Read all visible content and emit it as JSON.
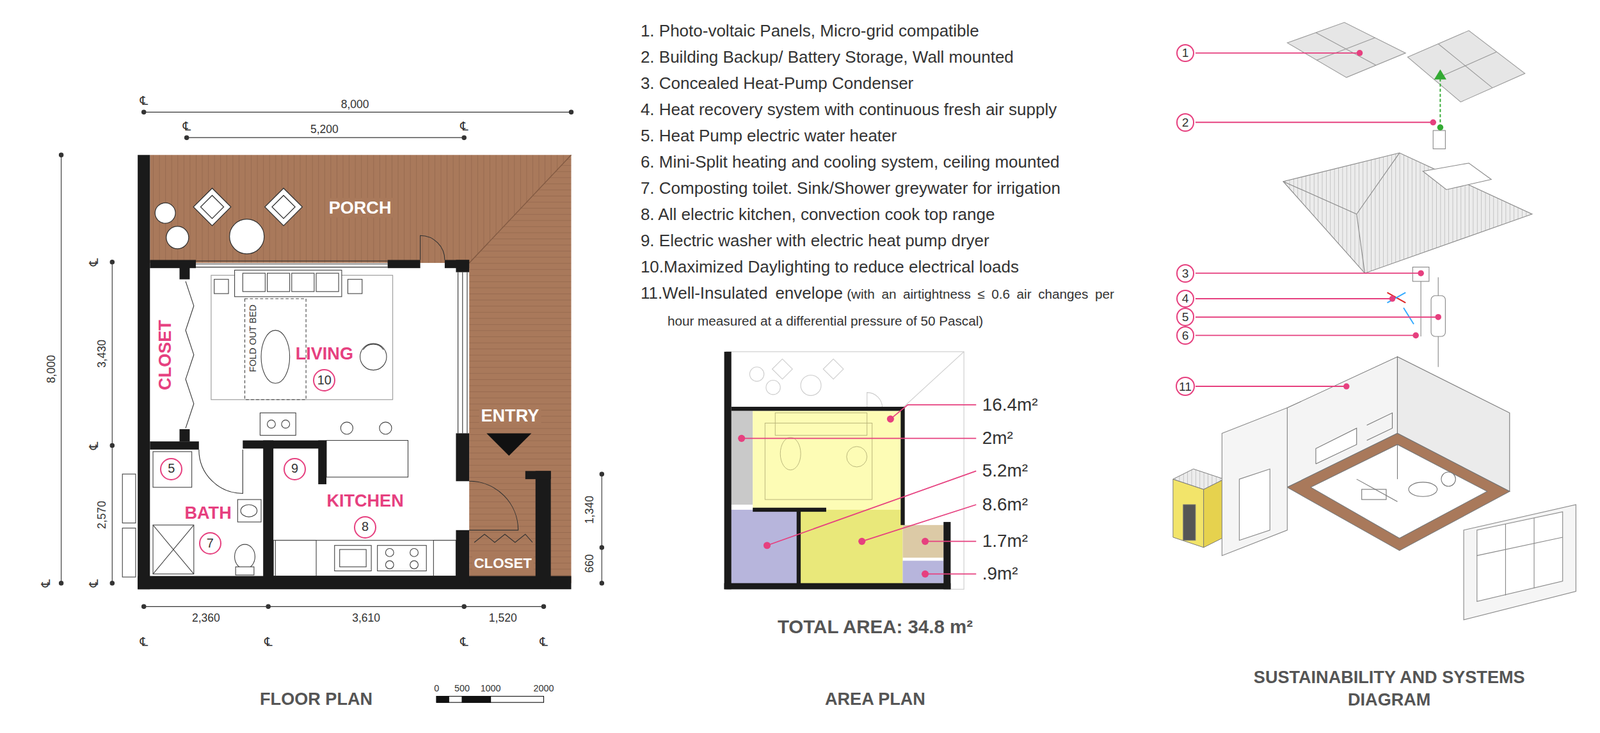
{
  "diagram": {
    "nodes": [
      {
        "text": [
          "10"
        ]
      },
      {
        "text": [
          "5"
        ]
      },
      {
        "text": [
          "9"
        ]
      },
      {
        "text": [
          "8"
        ]
      },
      {
        "text": [
          "7"
        ]
      },
      {
        "text": [
          "1"
        ]
      },
      {
        "text": [
          "2"
        ]
      },
      {
        "text": [
          "3"
        ]
      },
      {
        "text": [
          "4"
        ]
      },
      {
        "text": [
          "5"
        ]
      },
      {
        "text": [
          "6"
        ]
      },
      {
        "text": [
          "11"
        ]
      }
    ],
    "labels": [
      "8,000",
      "5,200",
      "8,000",
      "3,430",
      "2,570",
      "2,360",
      "3,610",
      "1,520",
      "1,340",
      "660",
      "℄",
      "℄",
      "℄",
      "℄",
      "℄",
      "℄",
      "℄",
      "℄",
      "℄",
      "℄",
      "℄",
      "PORCH",
      "CLOSET",
      "FOLD OUT BED",
      "LIVING",
      "ENTRY",
      "BATH",
      "KITCHEN",
      "CLOSET",
      "0",
      "500",
      "1000",
      "2000",
      "FLOOR PLAN",
      "1. Photo-voltaic Panels, Micro-grid compatible",
      "2. Building Backup/ Battery Storage, Wall mounted",
      "3. Concealed Heat-Pump Condenser",
      "4. Heat recovery system with continuous fresh air supply",
      "5. Heat Pump electric water heater",
      "6. Mini-Split heating and cooling system, ceiling mounted",
      "7. Composting toilet. Sink/Shower greywater for irrigation",
      "8. All electric kitchen, convection cook top range",
      "9. Electric washer with electric heat pump dryer",
      "10.Maximized Daylighting to reduce electrical loads",
      "11.Well-Insulated envelope",
      "(with an airtightness ≤ 0.6 air changes per hour measured at a differential pressure of 50 Pascal)",
      "16.4m²",
      "2m²",
      "5.2m²",
      "8.6m²",
      "1.7m²",
      ".9m²",
      "TOTAL AREA: 34.8 m²",
      "AREA PLAN",
      "SUSTAINABILITY AND SYSTEMS DIAGRAM"
    ]
  }
}
